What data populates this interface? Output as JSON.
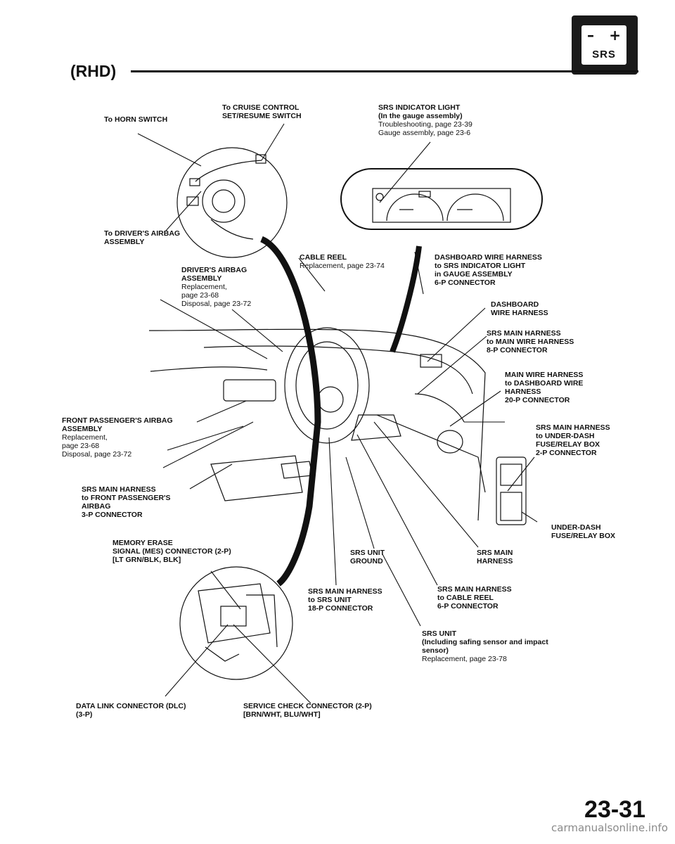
{
  "header": {
    "tab_minus": "–",
    "tab_plus": "+",
    "tab_label": "SRS",
    "title": "(RHD)"
  },
  "labels": {
    "horn": [
      "To HORN SWITCH"
    ],
    "cruise": [
      "To CRUISE CONTROL",
      "SET/RESUME SWITCH"
    ],
    "indicator": [
      "SRS INDICATOR LIGHT",
      "(In the gauge assembly)",
      "Troubleshooting, page 23-39",
      "Gauge assembly, page 23-6"
    ],
    "driver_airbag_to": [
      "To DRIVER'S AIRBAG",
      "ASSEMBLY"
    ],
    "driver_airbag": [
      "DRIVER'S AIRBAG",
      "ASSEMBLY",
      "Replacement,",
      "page 23-68",
      "Disposal, page 23-72"
    ],
    "cable_reel": [
      "CABLE REEL",
      "Replacement, page 23-74"
    ],
    "dash_to_indicator": [
      "DASHBOARD WIRE HARNESS",
      "to SRS INDICATOR LIGHT",
      "in GAUGE ASSEMBLY",
      "6-P CONNECTOR"
    ],
    "dash_harness": [
      "DASHBOARD",
      "WIRE HARNESS"
    ],
    "srs_main_to_main": [
      "SRS MAIN HARNESS",
      "to MAIN WIRE HARNESS",
      "8-P CONNECTOR"
    ],
    "main_to_dash": [
      "MAIN WIRE HARNESS",
      "to DASHBOARD WIRE",
      "HARNESS",
      "20-P CONNECTOR"
    ],
    "passenger_airbag": [
      "FRONT PASSENGER'S AIRBAG",
      "ASSEMBLY",
      "Replacement,",
      "page 23-68",
      "Disposal, page 23-72"
    ],
    "srs_main_to_fuse": [
      "SRS MAIN HARNESS",
      "to UNDER-DASH",
      "FUSE/RELAY BOX",
      "2-P CONNECTOR"
    ],
    "srs_main_to_passenger": [
      "SRS MAIN HARNESS",
      "to FRONT PASSENGER'S",
      "AIRBAG",
      "3-P CONNECTOR"
    ],
    "fuse_box": [
      "UNDER-DASH",
      "FUSE/RELAY BOX"
    ],
    "mes": [
      "MEMORY ERASE",
      "SIGNAL (MES) CONNECTOR (2-P)",
      "[LT GRN/BLK, BLK]"
    ],
    "unit_ground": [
      "SRS UNIT",
      "GROUND"
    ],
    "srs_main": [
      "SRS MAIN",
      "HARNESS"
    ],
    "srs_main_to_unit": [
      "SRS MAIN HARNESS",
      "to SRS UNIT",
      "18-P CONNECTOR"
    ],
    "srs_main_to_reel": [
      "SRS MAIN HARNESS",
      "to CABLE REEL",
      "6-P CONNECTOR"
    ],
    "srs_unit": [
      "SRS UNIT",
      "(Including safing sensor and impact",
      "sensor)",
      "Replacement, page 23-78"
    ],
    "dlc": [
      "DATA LINK CONNECTOR (DLC)",
      "(3-P)"
    ],
    "scs": [
      "SERVICE CHECK CONNECTOR (2-P)",
      "[BRN/WHT, BLU/WHT]"
    ]
  },
  "footer": {
    "page_number": "23-31",
    "watermark": "carmanualsonline.info"
  }
}
